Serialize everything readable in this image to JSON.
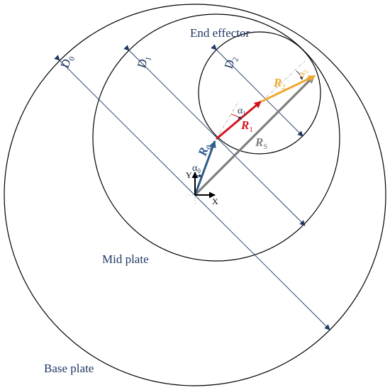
{
  "labels": {
    "end_effector": "End effector",
    "mid_plate": "Mid plate",
    "base_plate": "Base plate",
    "x_axis": "X",
    "y_axis": "Y"
  },
  "dimensions": {
    "d0": {
      "main": "D",
      "sub": "0"
    },
    "d1": {
      "main": "D",
      "sub": "1"
    },
    "d2": {
      "main": "D",
      "sub": "2"
    }
  },
  "vectors": {
    "r0": {
      "main": "R",
      "sub": "0"
    },
    "r1": {
      "main": "R",
      "sub": "1"
    },
    "r2": {
      "main": "R",
      "sub": "2"
    },
    "rs": {
      "main": "R",
      "sub": "S"
    }
  },
  "angles": {
    "a0": {
      "main": "α",
      "sub": "0"
    },
    "a1": {
      "main": "α",
      "sub": "1"
    },
    "a2": {
      "main": "α",
      "sub": "2"
    }
  },
  "colors": {
    "outline": "#000000",
    "dimension": "#1f3864",
    "r0": "#2e5b8a",
    "r1": "#d4141c",
    "r2": "#f0a830",
    "rs": "#7f7f7f"
  }
}
